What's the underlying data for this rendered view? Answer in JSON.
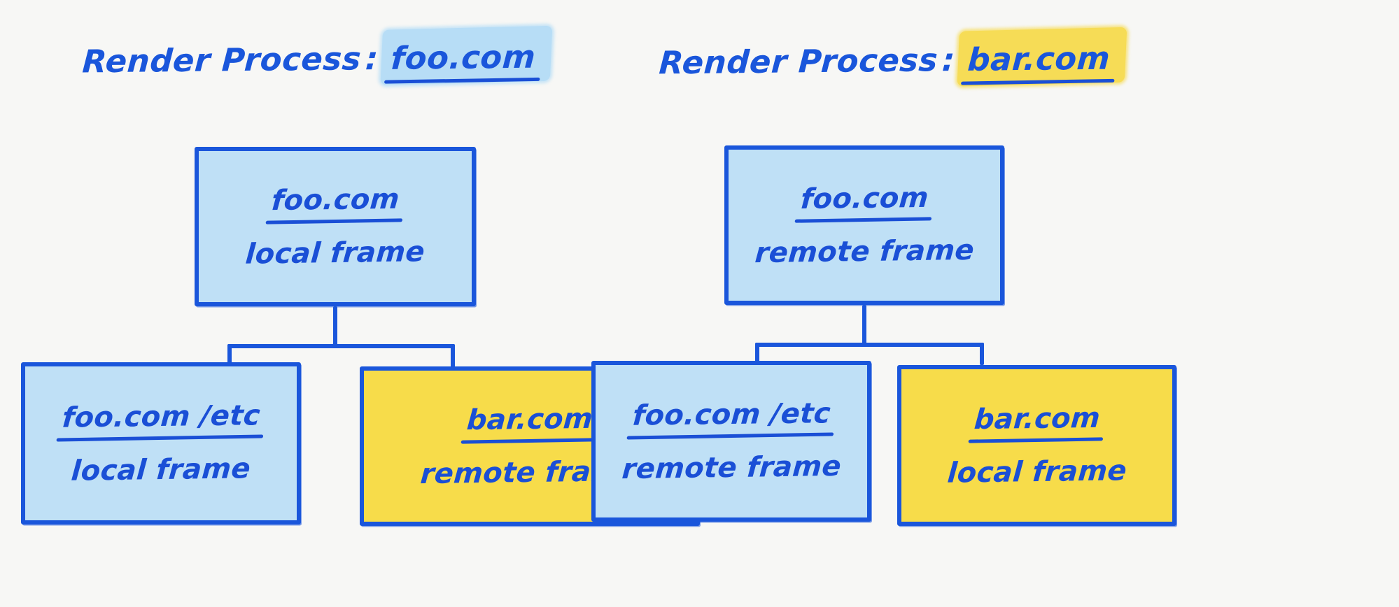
{
  "canvas": {
    "background_color": "#f7f7f5",
    "ink_color": "#1a56db",
    "blue_fill_color": "#bfe0f6",
    "yellow_fill_color": "#f7dc4a",
    "blue_highlight_color": "#b7ddf6",
    "yellow_highlight_color": "#f6dc56"
  },
  "panels": [
    {
      "id": "render-process-foo",
      "header": {
        "label": "Render Process",
        "separator": ":",
        "origin": "foo.com",
        "highlight": "blue"
      },
      "tree": {
        "root": {
          "origin": "foo.com",
          "kind": "local frame",
          "fill": "blue"
        },
        "children": [
          {
            "origin": "foo.com /etc",
            "kind": "local frame",
            "fill": "blue"
          },
          {
            "origin": "bar.com",
            "kind": "remote frame",
            "fill": "yellow"
          }
        ]
      }
    },
    {
      "id": "render-process-bar",
      "header": {
        "label": "Render Process",
        "separator": ":",
        "origin": "bar.com",
        "highlight": "yellow"
      },
      "tree": {
        "root": {
          "origin": "foo.com",
          "kind": "remote frame",
          "fill": "blue"
        },
        "children": [
          {
            "origin": "foo.com /etc",
            "kind": "remote frame",
            "fill": "blue"
          },
          {
            "origin": "bar.com",
            "kind": "local frame",
            "fill": "yellow"
          }
        ]
      }
    }
  ]
}
